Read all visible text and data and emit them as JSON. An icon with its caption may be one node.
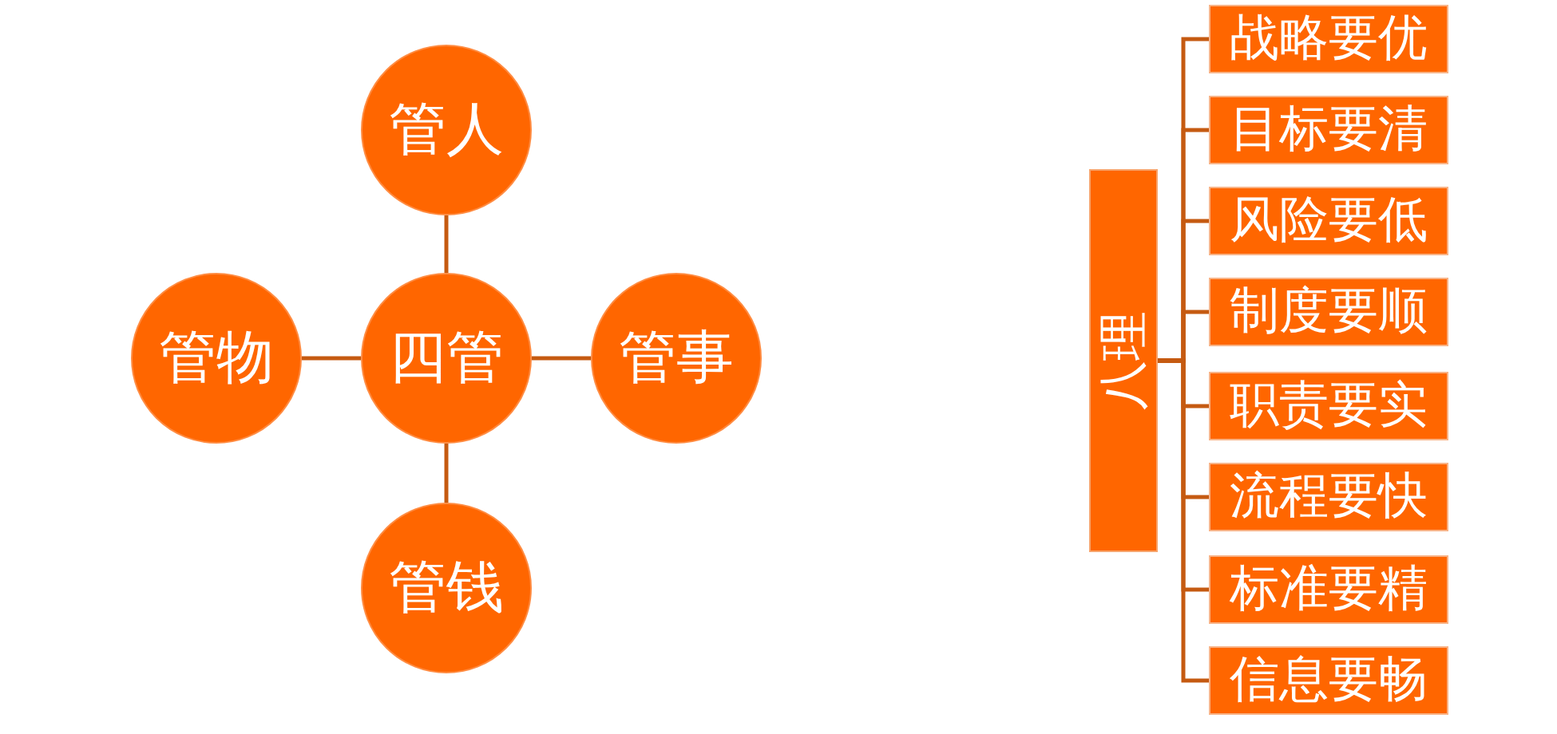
{
  "diagram": {
    "nodes": [
      {
        "text": [
          "管人"
        ]
      },
      {
        "text": [
          "管物"
        ]
      },
      {
        "text": [
          "四管"
        ]
      },
      {
        "text": [
          "管事"
        ]
      },
      {
        "text": [
          "管钱"
        ]
      },
      {
        "text": [
          "八理"
        ]
      },
      {
        "text": [
          "战略要优"
        ]
      },
      {
        "text": [
          "目标要清"
        ]
      },
      {
        "text": [
          "风险要低"
        ]
      },
      {
        "text": [
          "制度要顺"
        ]
      },
      {
        "text": [
          "职责要实"
        ]
      },
      {
        "text": [
          "流程要快"
        ]
      },
      {
        "text": [
          "标准要精"
        ]
      },
      {
        "text": [
          "信息要畅"
        ]
      }
    ],
    "edges": [
      {
        "from": 2,
        "to": 0,
        "arrow": "none"
      },
      {
        "from": 2,
        "to": 1,
        "arrow": "none"
      },
      {
        "from": 2,
        "to": 3,
        "arrow": "none"
      },
      {
        "from": 2,
        "to": 4,
        "arrow": "none"
      },
      {
        "from": 5,
        "to": 6,
        "arrow": "none"
      },
      {
        "from": 5,
        "to": 7,
        "arrow": "none"
      },
      {
        "from": 5,
        "to": 8,
        "arrow": "none"
      },
      {
        "from": 5,
        "to": 9,
        "arrow": "none"
      },
      {
        "from": 5,
        "to": 10,
        "arrow": "none"
      },
      {
        "from": 5,
        "to": 11,
        "arrow": "none"
      },
      {
        "from": 5,
        "to": 12,
        "arrow": "none"
      },
      {
        "from": 5,
        "to": 13,
        "arrow": "none"
      }
    ]
  }
}
